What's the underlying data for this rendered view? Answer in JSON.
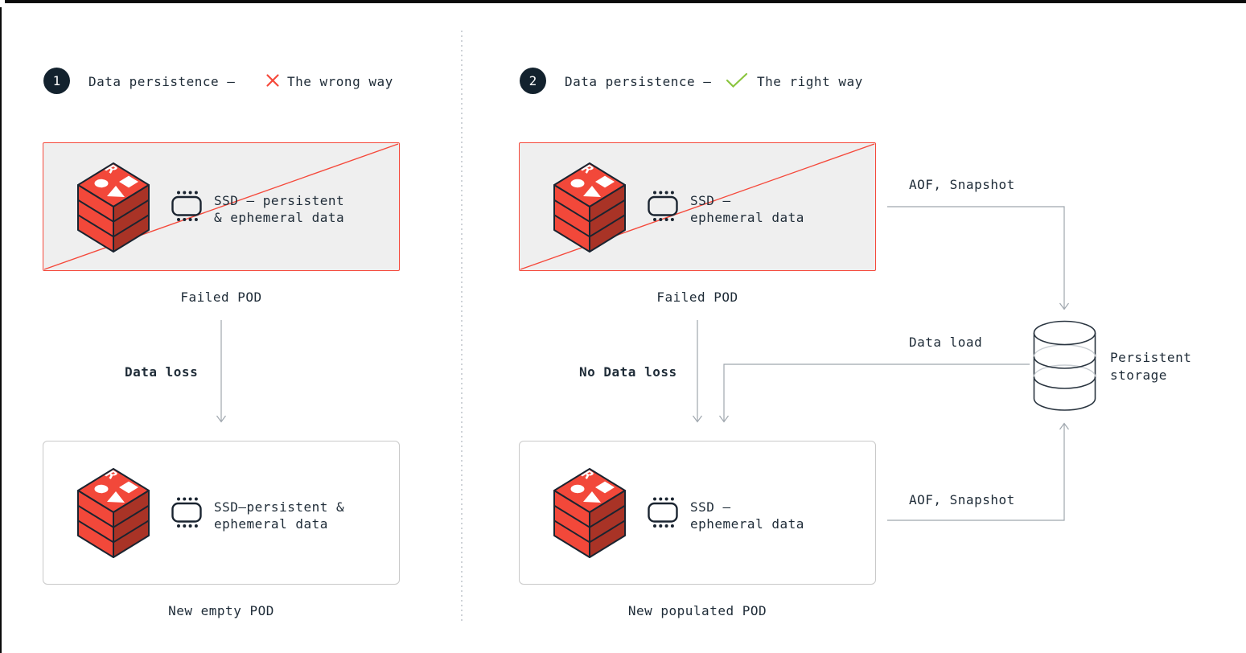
{
  "colors": {
    "accent_red": "#f5493b",
    "accent_green": "#8bc53f",
    "ink_navy": "#1e2b37",
    "failed_box_fill": "#efefef",
    "connector_gray": "#9fa7ae"
  },
  "icons": {
    "wrong": "x-icon",
    "right": "check-icon",
    "pod": "redis-cube-icon",
    "memory": "memory-chip-icon",
    "storage": "database-icon"
  },
  "panels": [
    {
      "badge": "1",
      "title": "Data persistence –",
      "verdict": "The wrong way",
      "failed_pod": {
        "line1": "SSD – persistent",
        "line2": "& ephemeral data",
        "label": "Failed POD"
      },
      "transition": "Data loss",
      "new_pod": {
        "line1": "SSD–persistent &",
        "line2": "ephemeral data",
        "label": "New empty POD"
      }
    },
    {
      "badge": "2",
      "title": "Data persistence –",
      "verdict": "The right way",
      "failed_pod": {
        "line1": "SSD –",
        "line2": "ephemeral data",
        "label": "Failed POD"
      },
      "transition": "No Data loss",
      "new_pod": {
        "line1": "SSD –",
        "line2": "ephemeral data",
        "label": "New populated POD"
      }
    }
  ],
  "flow": {
    "aof_top": "AOF, Snapshot",
    "data_load": "Data load",
    "aof_bottom": "AOF, Snapshot",
    "storage_line1": "Persistent",
    "storage_line2": "storage"
  }
}
